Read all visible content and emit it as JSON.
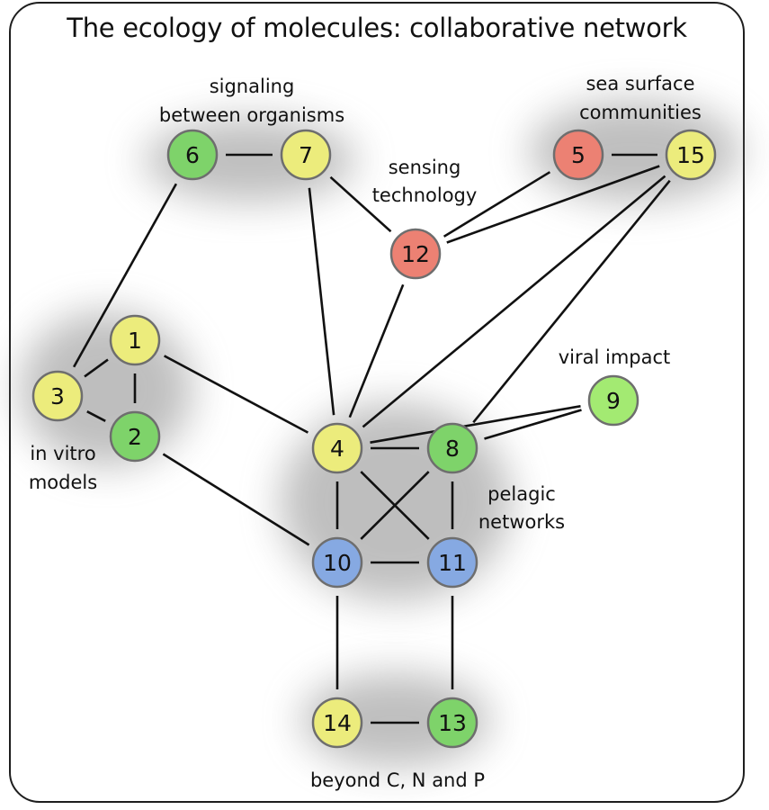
{
  "title": "The ecology of molecules: collaborative network",
  "colors": {
    "yellow": "#ecec7c",
    "green": "#7ed36a",
    "light_green": "#a3ea72",
    "red": "#ec8173",
    "blue": "#86a9e2",
    "node_border": "#6e6e6e",
    "edge": "#111111",
    "halo": "#8a8a8a"
  },
  "groups": [
    {
      "id": "signaling",
      "lines": [
        "signaling",
        "between organisms"
      ]
    },
    {
      "id": "sea-surface",
      "lines": [
        "sea surface",
        "communities"
      ]
    },
    {
      "id": "sensing",
      "lines": [
        "sensing",
        "technology"
      ]
    },
    {
      "id": "viral",
      "lines": [
        "viral impact"
      ]
    },
    {
      "id": "in-vitro",
      "lines": [
        "in vitro",
        "models"
      ]
    },
    {
      "id": "pelagic",
      "lines": [
        "pelagic",
        "networks"
      ]
    },
    {
      "id": "beyond",
      "lines": [
        "beyond C, N and P"
      ]
    }
  ],
  "nodes": [
    {
      "id": "1",
      "color": "yellow"
    },
    {
      "id": "2",
      "color": "green"
    },
    {
      "id": "3",
      "color": "yellow"
    },
    {
      "id": "4",
      "color": "yellow"
    },
    {
      "id": "5",
      "color": "red"
    },
    {
      "id": "6",
      "color": "green"
    },
    {
      "id": "7",
      "color": "yellow"
    },
    {
      "id": "8",
      "color": "green"
    },
    {
      "id": "9",
      "color": "light_green"
    },
    {
      "id": "10",
      "color": "blue"
    },
    {
      "id": "11",
      "color": "blue"
    },
    {
      "id": "12",
      "color": "red"
    },
    {
      "id": "13",
      "color": "green"
    },
    {
      "id": "14",
      "color": "yellow"
    },
    {
      "id": "15",
      "color": "yellow"
    }
  ],
  "edges": [
    [
      "6",
      "7"
    ],
    [
      "5",
      "15"
    ],
    [
      "6",
      "3"
    ],
    [
      "7",
      "12"
    ],
    [
      "7",
      "4"
    ],
    [
      "12",
      "5"
    ],
    [
      "12",
      "15"
    ],
    [
      "12",
      "4"
    ],
    [
      "15",
      "4"
    ],
    [
      "15",
      "8"
    ],
    [
      "1",
      "3"
    ],
    [
      "1",
      "2"
    ],
    [
      "3",
      "2"
    ],
    [
      "1",
      "4"
    ],
    [
      "2",
      "10"
    ],
    [
      "4",
      "9"
    ],
    [
      "8",
      "9"
    ],
    [
      "4",
      "8"
    ],
    [
      "4",
      "10"
    ],
    [
      "8",
      "11"
    ],
    [
      "10",
      "11"
    ],
    [
      "4",
      "11"
    ],
    [
      "8",
      "10"
    ],
    [
      "10",
      "14"
    ],
    [
      "11",
      "13"
    ],
    [
      "14",
      "13"
    ]
  ]
}
